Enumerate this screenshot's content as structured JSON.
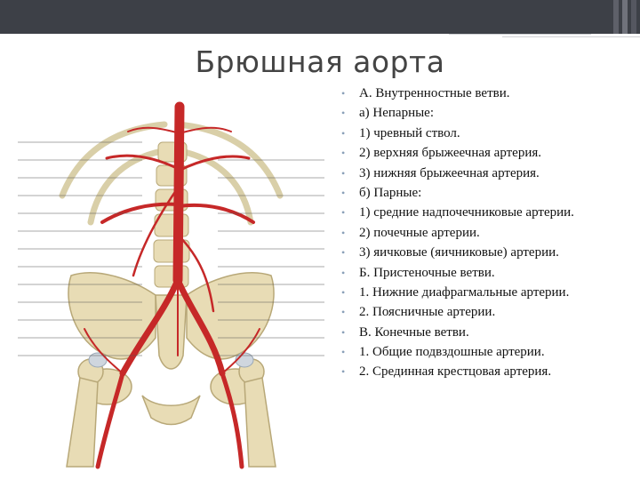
{
  "slide": {
    "title": "Брюшная аорта",
    "bullets": [
      "А. Внутренностные ветви.",
      "а) Непарные:",
      "1) чревный ствол.",
      "2) верхняя брыжеечная артерия.",
      "3) нижняя брыжеечная артерия.",
      "б) Парные:",
      "1) средние надпочечниковые артерии.",
      "2) почечные артерии.",
      "3) яичковые (яичниковые) артерии.",
      "Б. Пристеночные ветви.",
      "1. Нижние диафрагмальные артерии.",
      "2. Поясничные артерии.",
      "В. Конечные ветви.",
      "1. Общие подвздошные артерии.",
      "2. Срединная крестцовая артерия."
    ]
  },
  "figure": {
    "kind": "anatomical illustration of the abdominal aorta and its branches",
    "colors": {
      "artery": "#c62828",
      "bone": "#e8dcb5",
      "cartilage": "#cfd6de"
    }
  },
  "theme": {
    "topbar": "#3d4047",
    "bullet": "#8aa0b8"
  }
}
